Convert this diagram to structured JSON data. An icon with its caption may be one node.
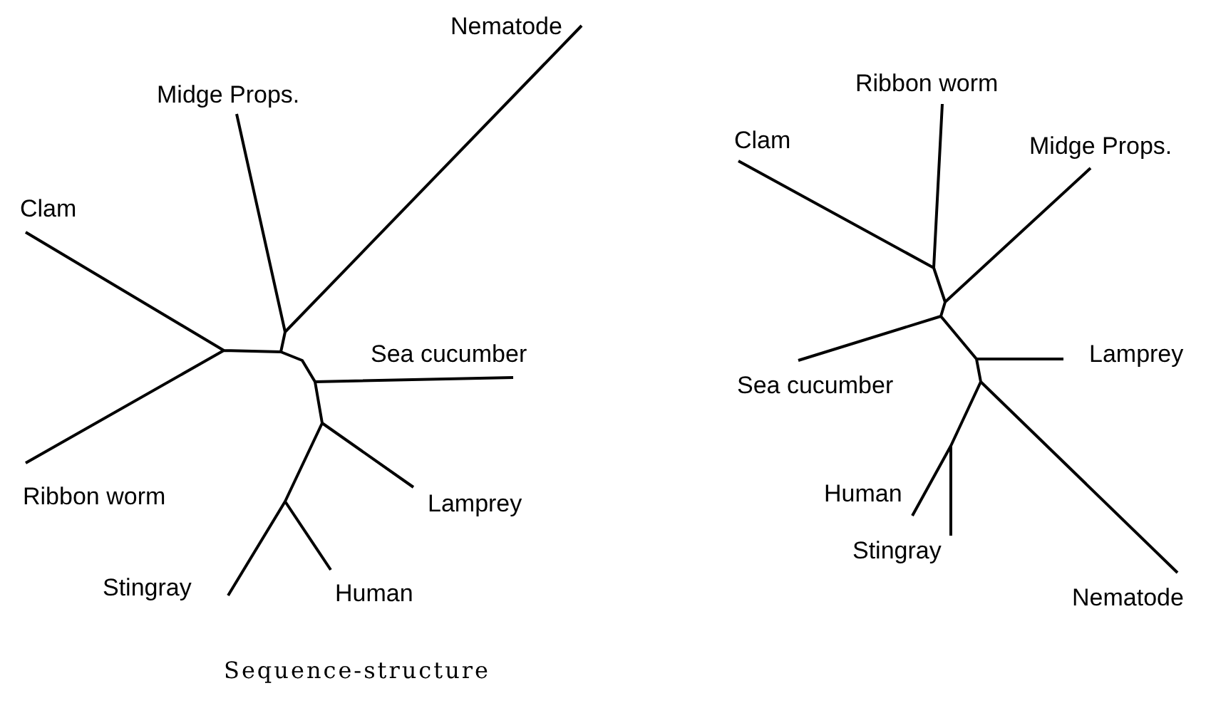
{
  "diagram": {
    "labels": [
      "Nematode",
      "Midge Props.",
      "Clam",
      "Sea cucumber",
      "Ribbon worm",
      "Lamprey",
      "Stingray",
      "Human",
      "Sequence-structure",
      "Ribbon worm",
      "Clam",
      "Midge Props.",
      "Lamprey",
      "Sea cucumber",
      "Human",
      "Stingray",
      "Nematode"
    ]
  }
}
